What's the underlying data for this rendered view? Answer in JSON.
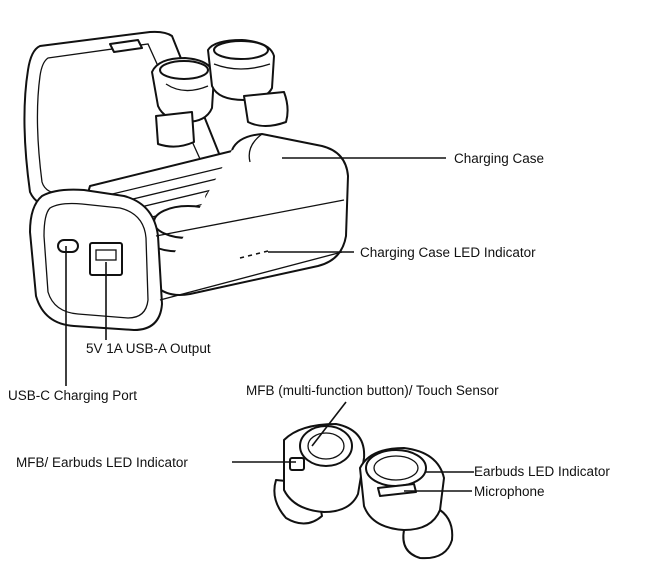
{
  "labels": {
    "charging_case": "Charging Case",
    "case_led": "Charging Case LED Indicator",
    "usb_a_output": "5V 1A USB-A Output",
    "usb_c_port": "USB-C Charging Port",
    "mfb_touch": "MFB (multi-function button)/ Touch Sensor",
    "mfb_led": "MFB/ Earbuds LED Indicator",
    "earbuds_led": "Earbuds LED Indicator",
    "microphone": "Microphone"
  },
  "colors": {
    "line": "#111111",
    "background": "#ffffff"
  }
}
